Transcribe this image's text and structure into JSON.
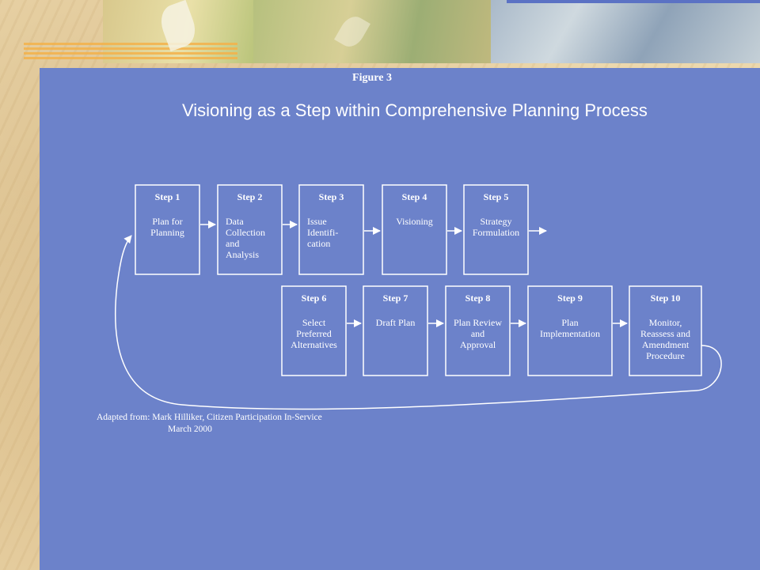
{
  "figure_label": "Figure 3",
  "title": "Visioning as a Step within Comprehensive Planning Process",
  "steps": [
    {
      "label": "Step 1",
      "text": [
        "Plan for",
        "Planning"
      ],
      "align": "middle"
    },
    {
      "label": "Step 2",
      "text": [
        "Data",
        "Collection",
        "and",
        "Analysis"
      ],
      "align": "start"
    },
    {
      "label": "Step 3",
      "text": [
        "Issue",
        "Identifi-",
        "cation"
      ],
      "align": "start"
    },
    {
      "label": "Step 4",
      "text": [
        "Visioning"
      ],
      "align": "middle"
    },
    {
      "label": "Step 5",
      "text": [
        "Strategy",
        "Formulation"
      ],
      "align": "middle"
    },
    {
      "label": "Step 6",
      "text": [
        "Select",
        "Preferred",
        "Alternatives"
      ],
      "align": "middle"
    },
    {
      "label": "Step 7",
      "text": [
        "Draft Plan"
      ],
      "align": "middle"
    },
    {
      "label": "Step 8",
      "text": [
        "Plan Review",
        "and",
        "Approval"
      ],
      "align": "middle"
    },
    {
      "label": "Step 9",
      "text": [
        "Plan",
        "Implementation"
      ],
      "align": "middle"
    },
    {
      "label": "Step 10",
      "text": [
        "Monitor,",
        "Reassess and",
        "Amendment",
        "Procedure"
      ],
      "align": "middle"
    }
  ],
  "credit": {
    "line1": "Adapted from:  Mark Hilliker, Citizen Participation In-Service",
    "line2": "March 2000"
  },
  "colors": {
    "slide": "#6c82ca",
    "box_stroke": "#ffffff",
    "text": "#ffffff"
  }
}
